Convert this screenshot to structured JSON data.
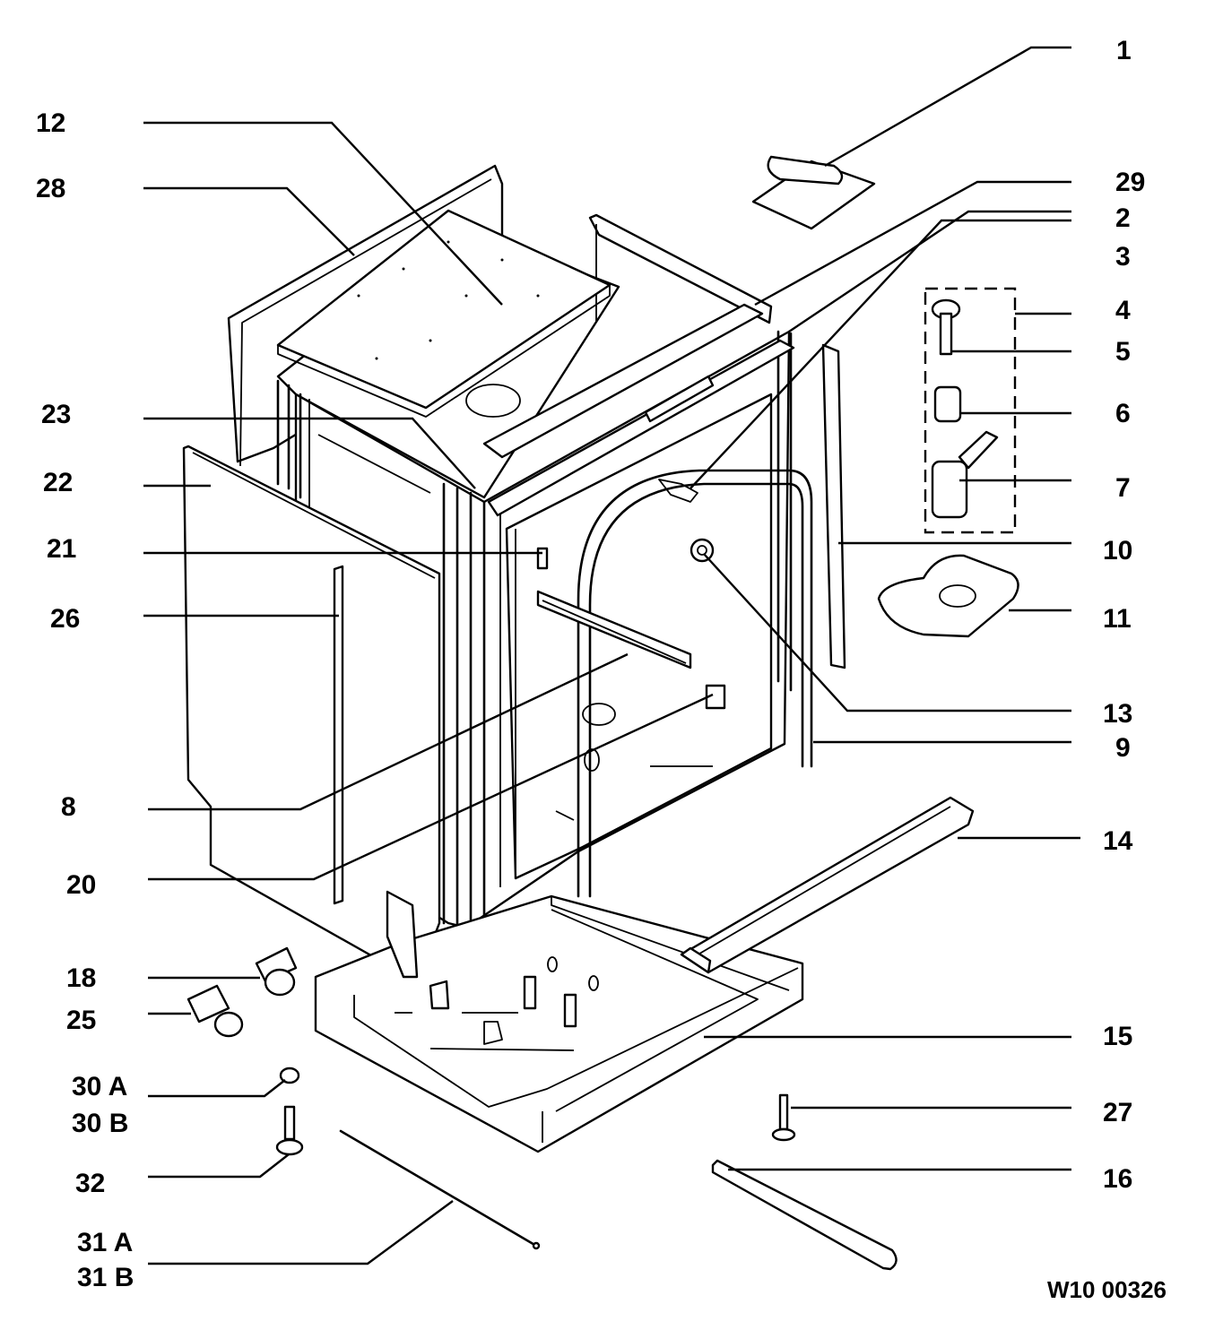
{
  "title": "",
  "reference_code": "W10 00326",
  "part_labels": [
    {
      "id": "p1",
      "text": "1"
    },
    {
      "id": "p12",
      "text": "12"
    },
    {
      "id": "p28",
      "text": "28"
    },
    {
      "id": "p29",
      "text": "29"
    },
    {
      "id": "p2",
      "text": "2"
    },
    {
      "id": "p3",
      "text": "3"
    },
    {
      "id": "p4",
      "text": "4"
    },
    {
      "id": "p5",
      "text": "5"
    },
    {
      "id": "p23",
      "text": "23"
    },
    {
      "id": "p6",
      "text": "6"
    },
    {
      "id": "p22",
      "text": "22"
    },
    {
      "id": "p7",
      "text": "7"
    },
    {
      "id": "p21",
      "text": "21"
    },
    {
      "id": "p10",
      "text": "10"
    },
    {
      "id": "p26",
      "text": "26"
    },
    {
      "id": "p11",
      "text": "11"
    },
    {
      "id": "p13",
      "text": "13"
    },
    {
      "id": "p9",
      "text": "9"
    },
    {
      "id": "p8",
      "text": "8"
    },
    {
      "id": "p14",
      "text": "14"
    },
    {
      "id": "p20",
      "text": "20"
    },
    {
      "id": "p18",
      "text": "18"
    },
    {
      "id": "p25",
      "text": "25"
    },
    {
      "id": "p15",
      "text": "15"
    },
    {
      "id": "p30a",
      "text": "30 A"
    },
    {
      "id": "p30b",
      "text": "30 B"
    },
    {
      "id": "p27",
      "text": "27"
    },
    {
      "id": "p32",
      "text": "32"
    },
    {
      "id": "p16",
      "text": "16"
    },
    {
      "id": "p31a",
      "text": "31 A"
    },
    {
      "id": "p31b",
      "text": "31 B"
    }
  ]
}
